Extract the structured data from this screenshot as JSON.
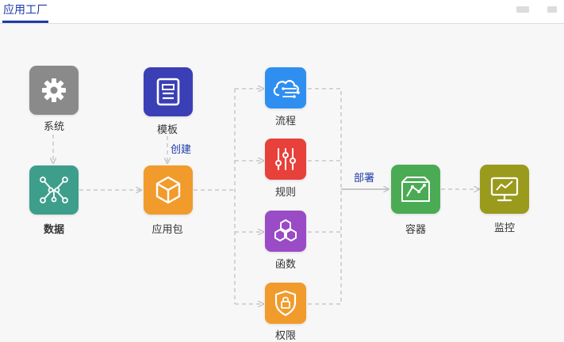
{
  "tab": {
    "label": "应用工厂"
  },
  "nodes": {
    "system": {
      "label": "系统",
      "color": "#8a8a8a"
    },
    "template": {
      "label": "模板",
      "color": "#3b3fb6"
    },
    "data": {
      "label": "数据",
      "color": "#3e9e8c"
    },
    "app": {
      "label": "应用包",
      "color": "#f19b2c"
    },
    "flow": {
      "label": "流程",
      "color": "#2f8ff0"
    },
    "rule": {
      "label": "规则",
      "color": "#e8403a"
    },
    "function": {
      "label": "函数",
      "color": "#9a4bc6"
    },
    "permission": {
      "label": "权限",
      "color": "#f19b2c"
    },
    "container": {
      "label": "容器",
      "color": "#4bab54"
    },
    "monitor": {
      "label": "监控",
      "color": "#9a9a1c"
    }
  },
  "edges": {
    "create_label": "创建",
    "deploy_label": "部署"
  }
}
